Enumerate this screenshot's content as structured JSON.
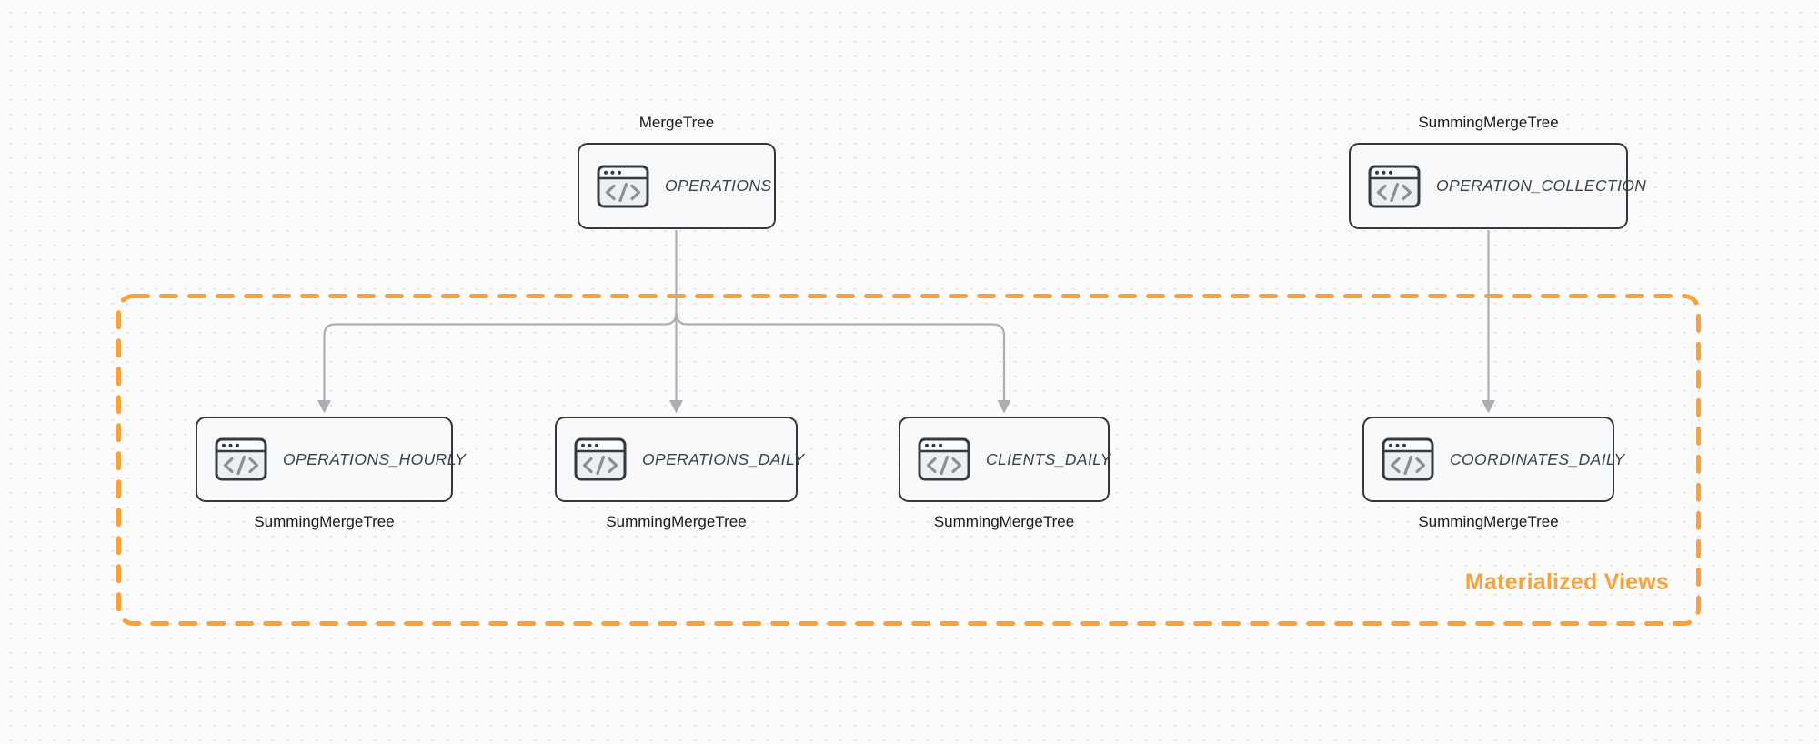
{
  "diagram": {
    "colors": {
      "accent_orange": "#F9A23B",
      "arrow_gray": "#ABAEB2",
      "node_border": "#34383C",
      "node_fill": "#F8F9FA",
      "background_dot": "#E0E3E7"
    },
    "group": {
      "label": "Materialized Views"
    },
    "icon": "code-window-icon",
    "nodes": [
      {
        "id": "operations",
        "name": "OPERATIONS",
        "engine": "MergeTree",
        "engine_position": "top"
      },
      {
        "id": "operation-collection",
        "name": "OPERATION_COLLECTION",
        "engine": "SummingMergeTree",
        "engine_position": "top"
      },
      {
        "id": "operations-hourly",
        "name": "OPERATIONS_HOURLY",
        "engine": "SummingMergeTree",
        "engine_position": "bottom"
      },
      {
        "id": "operations-daily",
        "name": "OPERATIONS_DAILY",
        "engine": "SummingMergeTree",
        "engine_position": "bottom"
      },
      {
        "id": "clients-daily",
        "name": "CLIENTS_DAILY",
        "engine": "SummingMergeTree",
        "engine_position": "bottom"
      },
      {
        "id": "coordinates-daily",
        "name": "COORDINATES_DAILY",
        "engine": "SummingMergeTree",
        "engine_position": "bottom"
      }
    ]
  }
}
